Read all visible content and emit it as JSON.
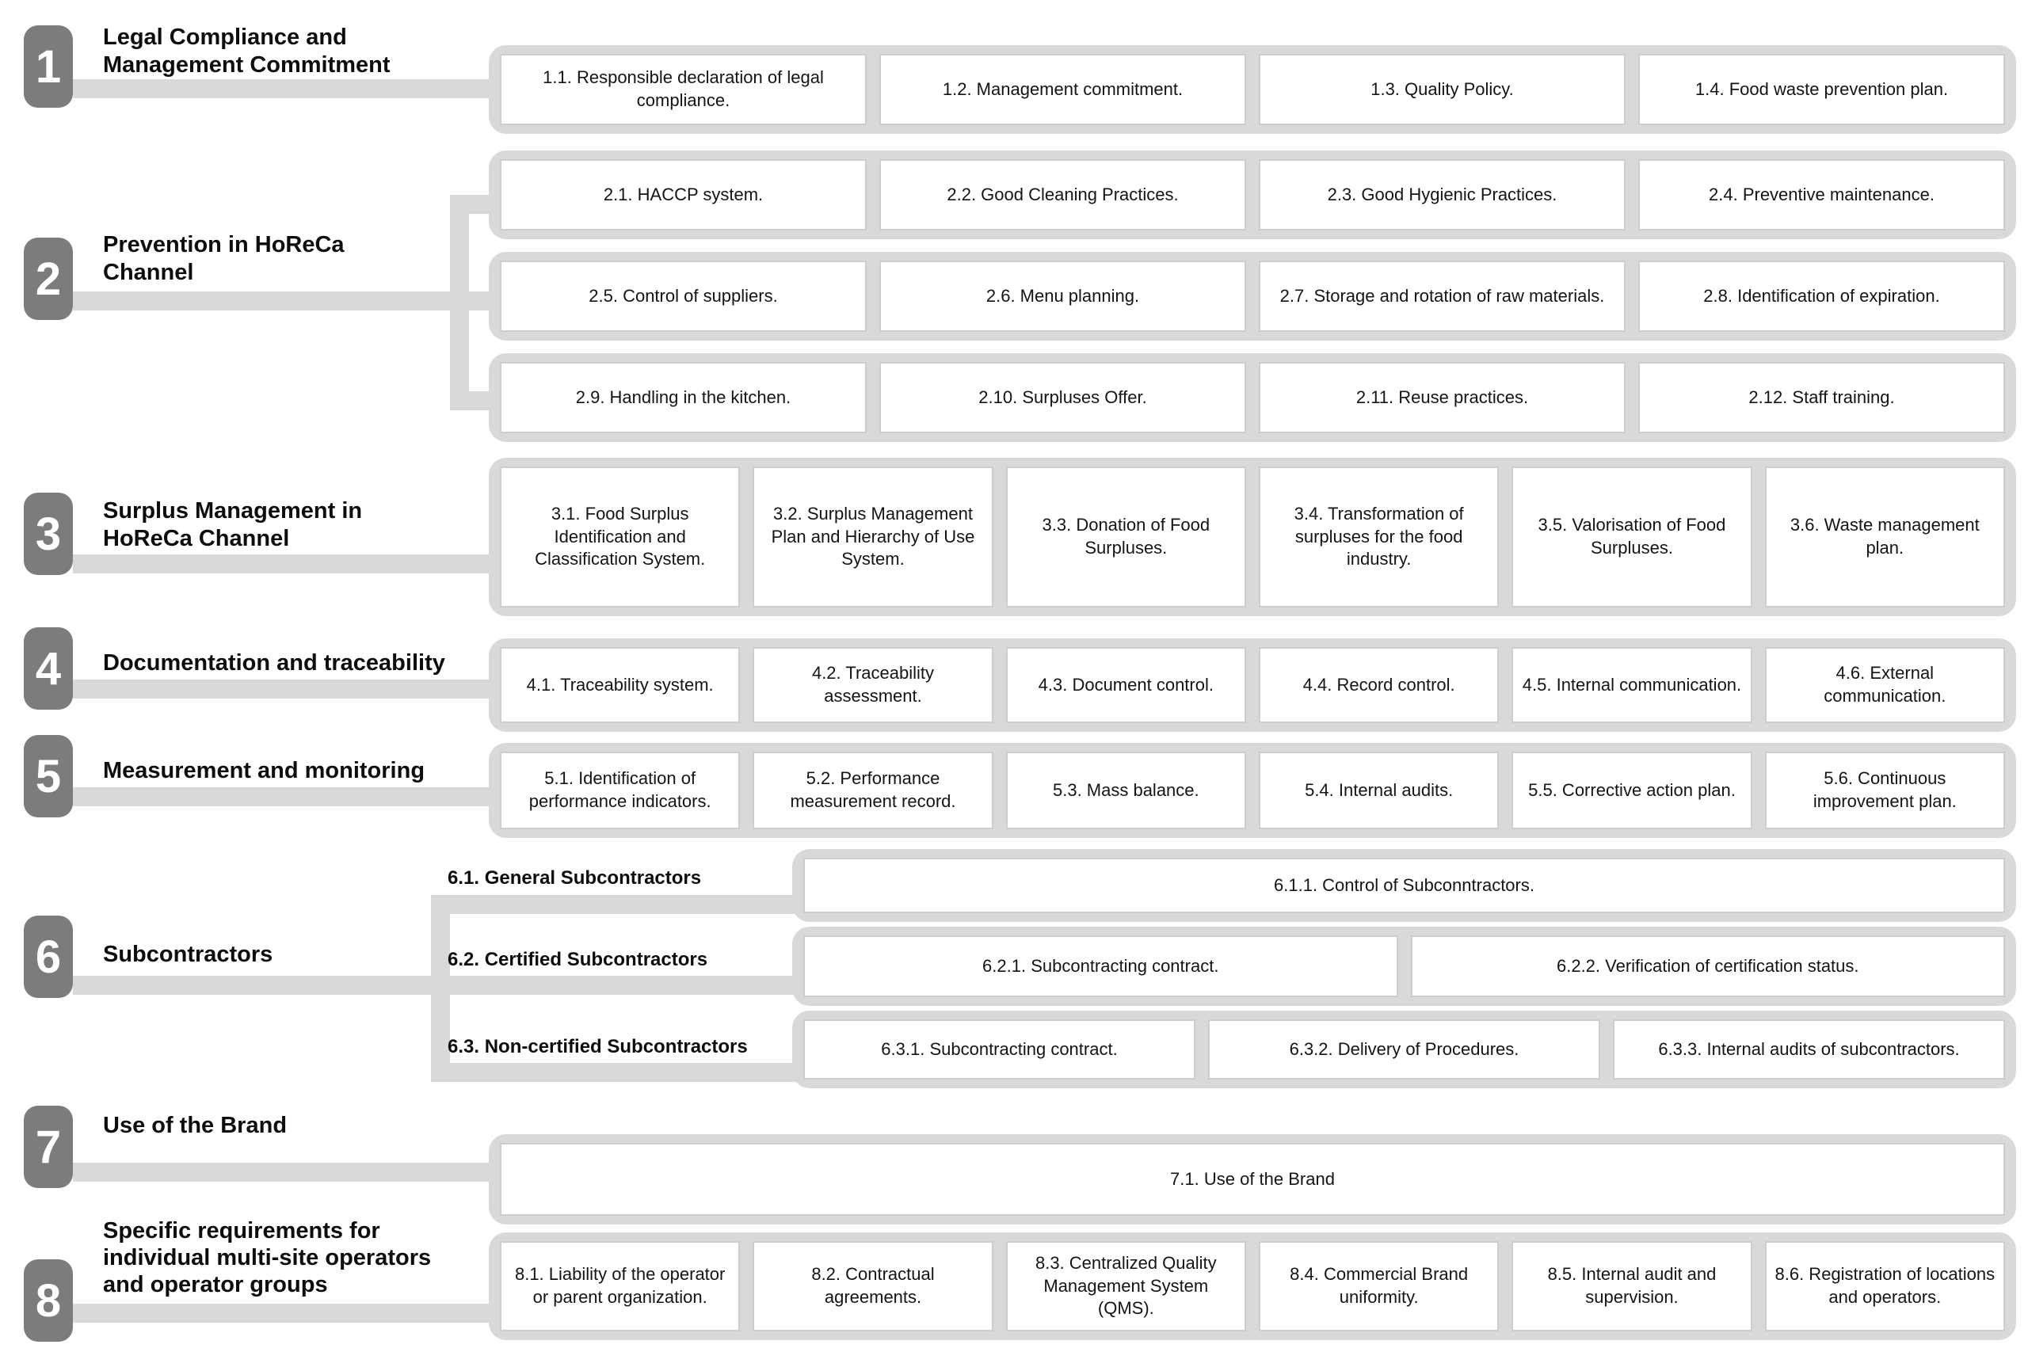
{
  "colors": {
    "badge_fill": "#7c7c7c",
    "badge_text": "#ffffff",
    "connector_gray": "#d9d9d9",
    "container_gray": "#d9d9d9",
    "box_background": "#ffffff",
    "box_border": "#cdcdcd",
    "text_black": "#0d0d0d"
  },
  "sections": [
    {
      "number": "1",
      "title": "Legal Compliance and Management Commitment",
      "rows": [
        {
          "items": [
            "1.1. Responsible declaration of legal compliance.",
            "1.2. Management commitment.",
            "1.3. Quality Policy.",
            "1.4. Food waste prevention plan."
          ]
        }
      ]
    },
    {
      "number": "2",
      "title": "Prevention in HoReCa Channel",
      "rows": [
        {
          "items": [
            "2.1. HACCP system.",
            "2.2. Good Cleaning Practices.",
            "2.3. Good Hygienic Practices.",
            "2.4. Preventive maintenance."
          ]
        },
        {
          "items": [
            "2.5. Control of suppliers.",
            "2.6. Menu planning.",
            "2.7. Storage and rotation of raw materials.",
            "2.8. Identification of expiration."
          ]
        },
        {
          "items": [
            "2.9. Handling in the kitchen.",
            "2.10. Surpluses Offer.",
            "2.11. Reuse practices.",
            "2.12. Staff training."
          ]
        }
      ]
    },
    {
      "number": "3",
      "title": "Surplus Management in HoReCa Channel",
      "rows": [
        {
          "items": [
            "3.1. Food Surplus Identification and Classification System.",
            "3.2. Surplus Management Plan and Hierarchy of Use System.",
            "3.3. Donation of Food Surpluses.",
            "3.4. Transformation of surpluses for the food industry.",
            "3.5. Valorisation of Food Surpluses.",
            "3.6. Waste management plan."
          ]
        }
      ]
    },
    {
      "number": "4",
      "title": "Documentation and traceability",
      "rows": [
        {
          "items": [
            "4.1. Traceability system.",
            "4.2. Traceability assessment.",
            "4.3. Document control.",
            "4.4. Record control.",
            "4.5. Internal communication.",
            "4.6. External communication."
          ]
        }
      ]
    },
    {
      "number": "5",
      "title": "Measurement and monitoring",
      "rows": [
        {
          "items": [
            "5.1. Identification of performance indicators.",
            "5.2. Performance measurement record.",
            "5.3. Mass balance.",
            "5.4. Internal audits.",
            "5.5. Corrective action plan.",
            "5.6. Continuous improvement plan."
          ]
        }
      ]
    },
    {
      "number": "6",
      "title": "Subcontractors",
      "groups": [
        {
          "label": "6.1. General Subcontractors",
          "items": [
            "6.1.1. Control of Subconntractors."
          ]
        },
        {
          "label": "6.2. Certified Subcontractors",
          "items": [
            "6.2.1. Subcontracting contract.",
            "6.2.2. Verification of certification status."
          ]
        },
        {
          "label": "6.3. Non-certified Subcontractors",
          "items": [
            "6.3.1. Subcontracting contract.",
            "6.3.2. Delivery of Procedures.",
            "6.3.3. Internal audits of subcontractors."
          ]
        }
      ]
    },
    {
      "number": "7",
      "title": "Use of the Brand",
      "rows": [
        {
          "items": [
            "7.1. Use of the Brand"
          ]
        }
      ]
    },
    {
      "number": "8",
      "title": "Specific requirements for individual multi-site operators and operator groups",
      "rows": [
        {
          "items": [
            "8.1. Liability of the operator or parent organization.",
            "8.2. Contractual agreements.",
            "8.3. Centralized Quality Management System (QMS).",
            "8.4. Commercial Brand uniformity.",
            "8.5. Internal audit and supervision.",
            "8.6. Registration of locations and operators."
          ]
        }
      ]
    }
  ]
}
